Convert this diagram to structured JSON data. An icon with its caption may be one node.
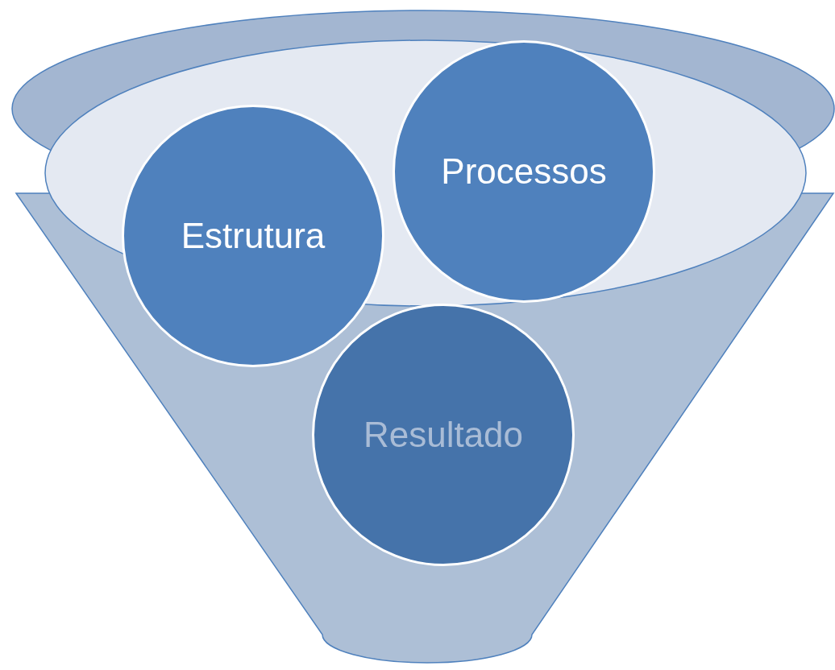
{
  "diagram": {
    "nodes": [
      {
        "text": [
          "Estrutura"
        ]
      },
      {
        "text": [
          "Processos"
        ]
      },
      {
        "text": [
          "Resultado"
        ]
      }
    ]
  }
}
